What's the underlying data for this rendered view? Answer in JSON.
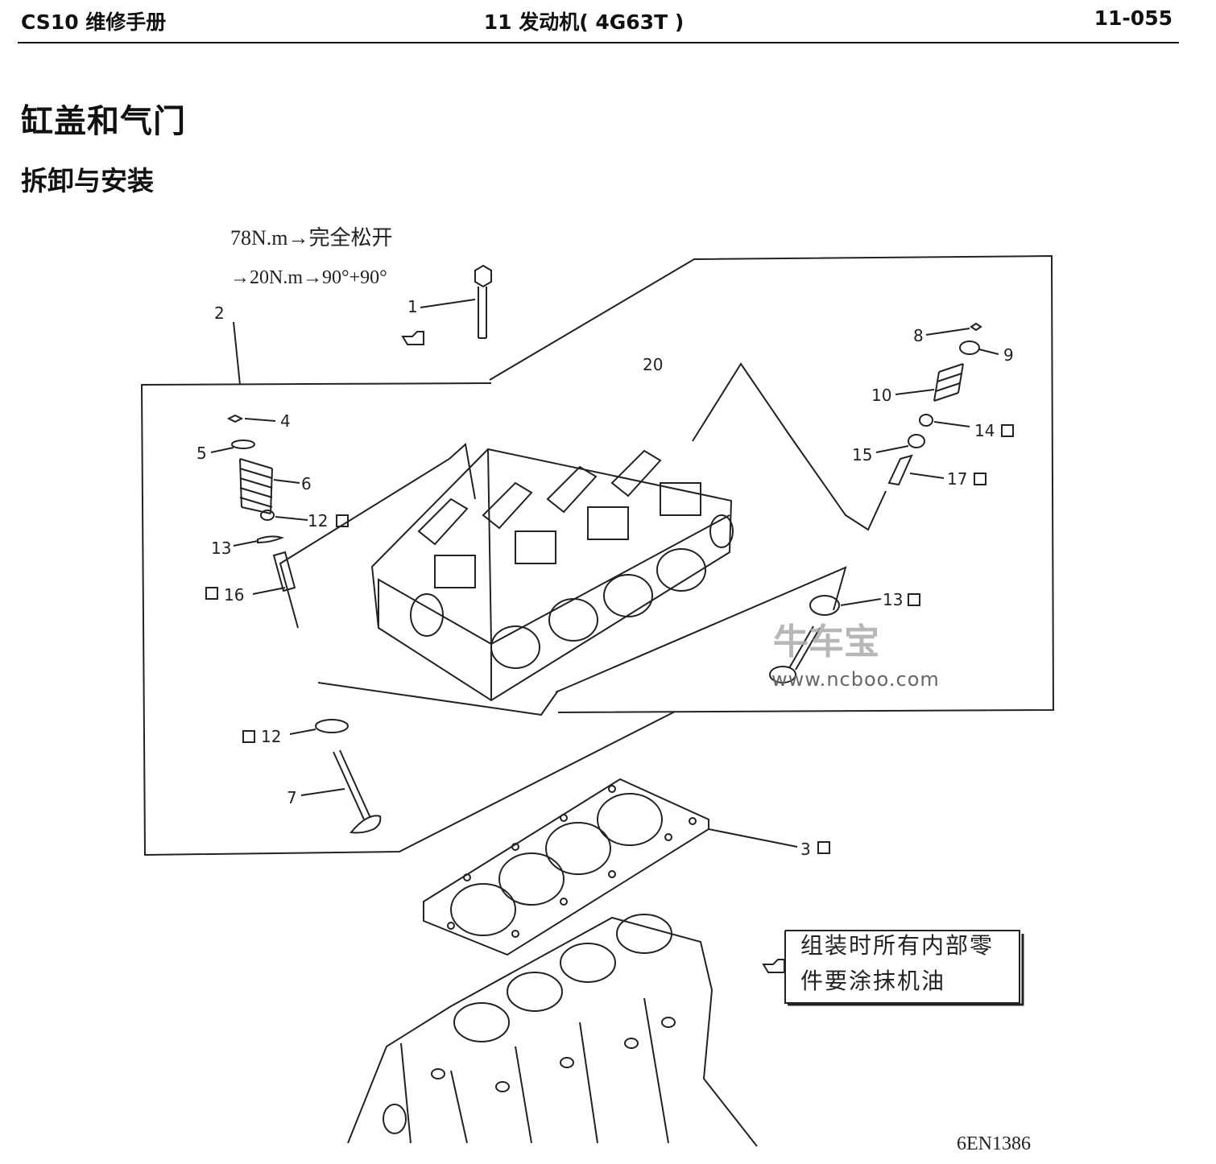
{
  "header": {
    "left": "CS10 维修手册",
    "center": "11 发动机( 4G63T )",
    "right": "11-055"
  },
  "title": "缸盖和气门",
  "subtitle": "拆卸与安装",
  "diagram": {
    "torque_line1": "78N.m→完全松开",
    "torque_line2": "→20N.m→90°+90°",
    "callouts": {
      "c1": "1",
      "c2": "2",
      "c3": "3",
      "c4": "4",
      "c5": "5",
      "c6": "6",
      "c7": "7",
      "c8": "8",
      "c9": "9",
      "c10": "10",
      "c12a": "12",
      "c12b": "12",
      "c13a": "13",
      "c13b": "13",
      "c14": "14",
      "c15": "15",
      "c16": "16",
      "c17": "17",
      "c20": "20"
    },
    "note_line1": "组装时所有内部零",
    "note_line2": "件要涂抹机油",
    "figure_id": "6EN1386"
  },
  "watermark": {
    "logo_text": "牛车宝",
    "url": "www.ncboo.com"
  }
}
